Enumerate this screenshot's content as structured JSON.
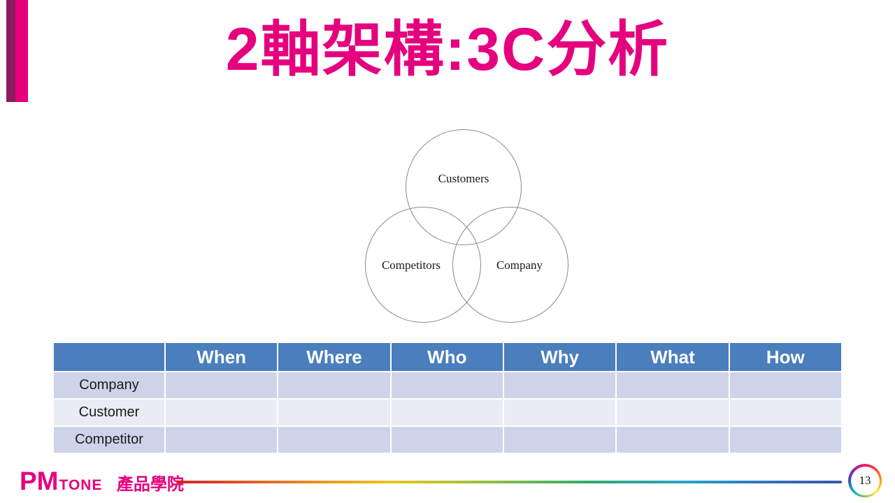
{
  "slide": {
    "title": "2軸架構:3C分析"
  },
  "venn": {
    "top_label": "Customers",
    "left_label": "Competitors",
    "right_label": "Company"
  },
  "table": {
    "headers": [
      "",
      "When",
      "Where",
      "Who",
      "Why",
      "What",
      "How"
    ],
    "rows": [
      {
        "label": "Company",
        "cells": [
          "",
          "",
          "",
          "",
          "",
          ""
        ]
      },
      {
        "label": "Customer",
        "cells": [
          "",
          "",
          "",
          "",
          "",
          ""
        ]
      },
      {
        "label": "Competitor",
        "cells": [
          "",
          "",
          "",
          "",
          "",
          ""
        ]
      }
    ]
  },
  "footer": {
    "logo_pm": "PM",
    "logo_tone": "TONE",
    "logo_text": "產品學院",
    "page_number": "13"
  },
  "colors": {
    "accent_pink": "#E5007E",
    "accent_dark": "#8E1B5B",
    "header_blue": "#4A7EBD",
    "row_dark": "#CDD4EA",
    "row_light": "#E9EBF5"
  }
}
